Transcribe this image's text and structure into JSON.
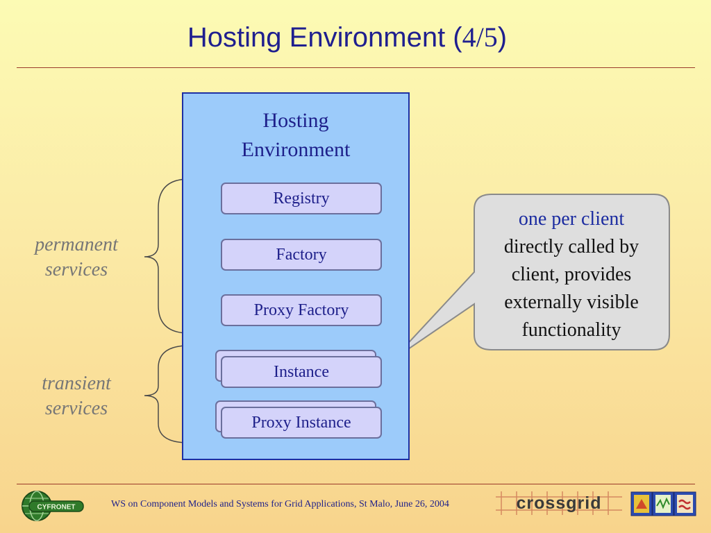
{
  "slide": {
    "title_main": "Hosting Environment (",
    "title_frac": "4/5",
    "title_close": ")"
  },
  "environment": {
    "title_line1": "Hosting",
    "title_line2": "Environment",
    "services": {
      "registry": "Registry",
      "factory": "Factory",
      "proxy_factory": "Proxy Factory",
      "instance": "Instance",
      "proxy_instance": "Proxy Instance"
    }
  },
  "labels": {
    "permanent_line1": "permanent",
    "permanent_line2": "services",
    "transient_line1": "transient",
    "transient_line2": "services"
  },
  "callout": {
    "highlight": "one per client",
    "line1": "directly called by",
    "line2": "client, provides",
    "line3": "externally visible",
    "line4": "functionality"
  },
  "footer": {
    "text": "WS on Component Models and Systems for Grid Applications, St Malo, June 26, 2004",
    "logo_left": "CYFRONET",
    "logo_right": "crossgrid"
  },
  "colors": {
    "title": "#1f1f8f",
    "environment_fill": "#9ccbfa",
    "service_fill": "#d4d3fa",
    "callout_fill": "#dedede"
  }
}
